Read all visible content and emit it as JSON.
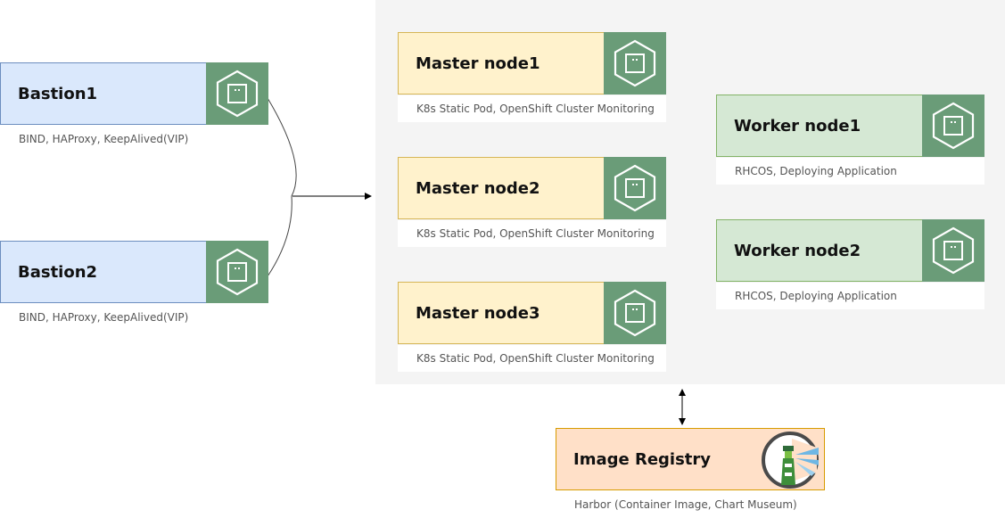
{
  "bastions": [
    {
      "title": "Bastion1",
      "desc": "BIND, HAProxy, KeepAlived(VIP)"
    },
    {
      "title": "Bastion2",
      "desc": "BIND, HAProxy, KeepAlived(VIP)"
    }
  ],
  "masters": [
    {
      "title": "Master node1",
      "desc": "K8s Static Pod, OpenShift Cluster Monitoring"
    },
    {
      "title": "Master node2",
      "desc": "K8s Static Pod, OpenShift Cluster Monitoring"
    },
    {
      "title": "Master node3",
      "desc": "K8s Static Pod, OpenShift Cluster Monitoring"
    }
  ],
  "workers": [
    {
      "title": "Worker node1",
      "desc": "RHCOS, Deploying Application"
    },
    {
      "title": "Worker node2",
      "desc": "RHCOS, Deploying Application"
    }
  ],
  "registry": {
    "title": "Image Registry",
    "desc": "Harbor (Container Image, Chart Museum)"
  },
  "colors": {
    "bastion_fill": "#dae8fc",
    "master_fill": "#fff2cc",
    "worker_fill": "#d5e8d4",
    "registry_fill": "#ffe0c8",
    "icon_bg": "#6a9c78",
    "cluster_bg": "#f4f4f4"
  },
  "icons": {
    "node": "hexagon-node-icon",
    "registry": "harbor-lighthouse-icon"
  }
}
